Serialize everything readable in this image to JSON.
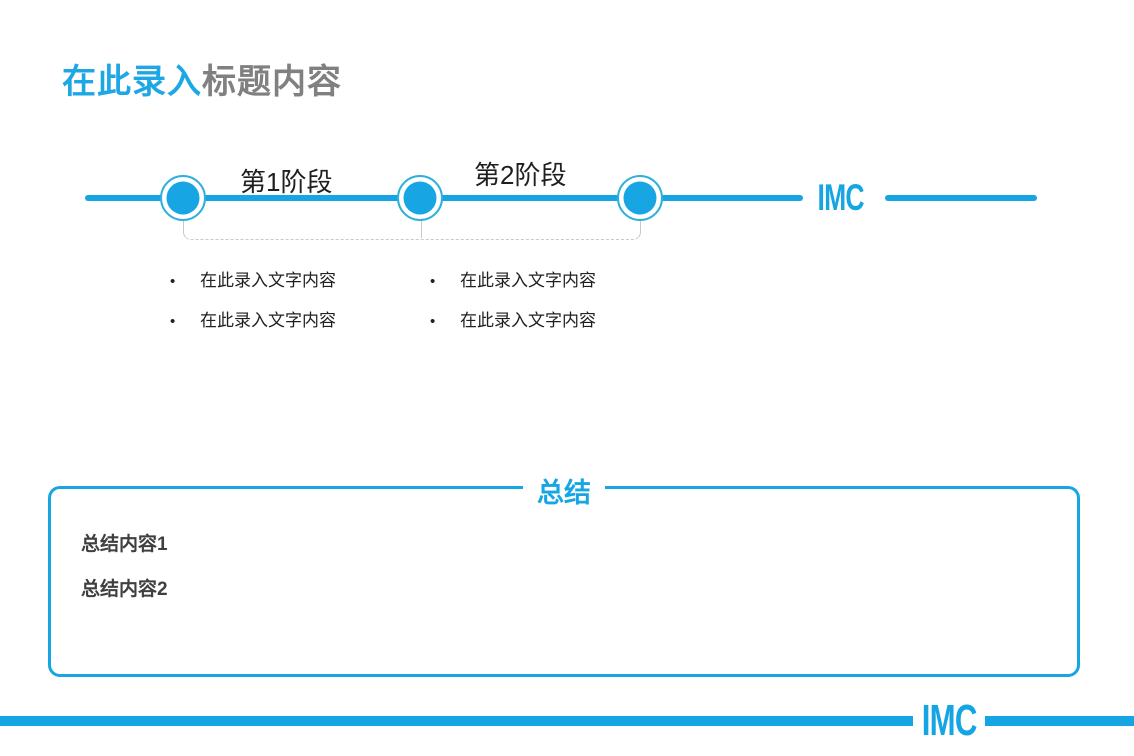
{
  "title": {
    "highlight": "在此录入",
    "rest": "标题内容"
  },
  "timeline": {
    "brand": "IMC",
    "stages": [
      {
        "label": "第1阶段",
        "bullets": [
          "在此录入文字内容",
          "在此录入文字内容"
        ]
      },
      {
        "label": "第2阶段",
        "bullets": [
          "在此录入文字内容",
          "在此录入文字内容"
        ]
      }
    ],
    "bullet_glyph": "•"
  },
  "summary": {
    "title": "总结",
    "items": [
      "总结内容1",
      "总结内容2"
    ]
  },
  "footer": {
    "brand": "IMC"
  },
  "colors": {
    "accent_blue": "#17a6e3",
    "title_blue": "#1ea7e5",
    "title_gray": "#808080",
    "body_text": "#1f1f1f",
    "summary_text": "#3f3f3f",
    "dash_gray": "#c9c9c9",
    "background": "#ffffff"
  }
}
